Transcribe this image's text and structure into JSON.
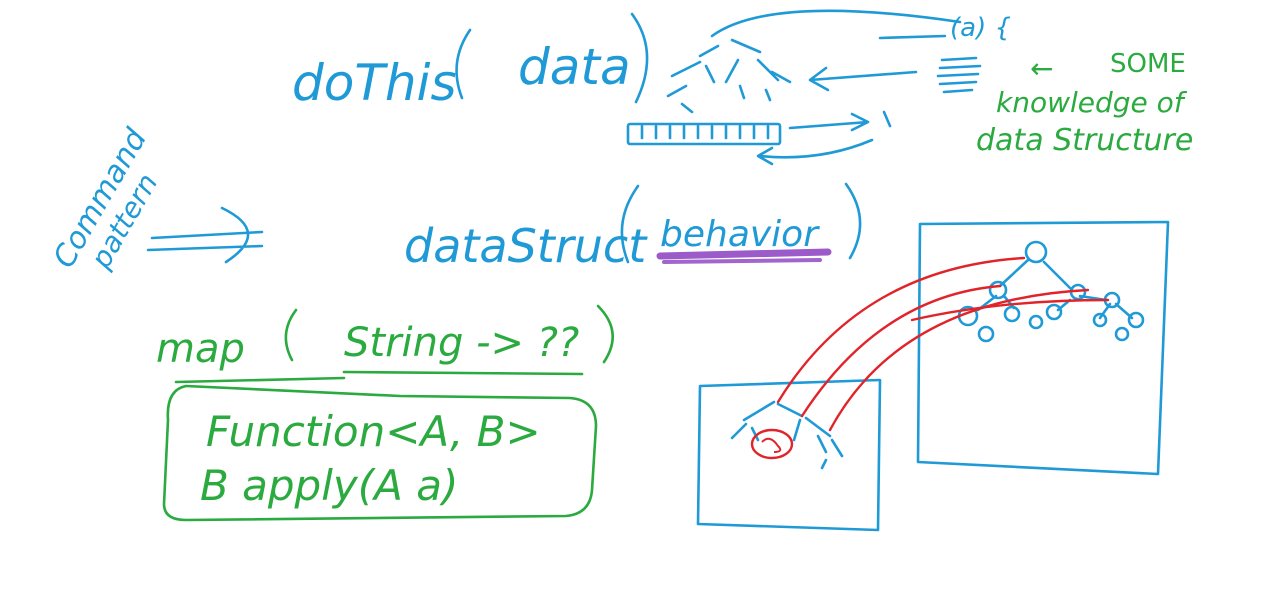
{
  "colors": {
    "blue_ink": "#1f9ad6",
    "green_ink": "#2aaa3f",
    "red_ink": "#e0242a",
    "purple_highlight": "#8a3fc0"
  },
  "notes": {
    "do_this": "doThis",
    "open_paren": "(",
    "data_word": "data",
    "close_paren": ")",
    "some_knowledge_line1": "SOME",
    "some_knowledge_line2": "knowledge of",
    "some_knowledge_line3": "data Structure",
    "arrow_left": "←",
    "command_pattern_line1": "Command",
    "command_pattern_line2": "pattern",
    "data_struct": "dataStruct",
    "behavior": "behavior",
    "map_word": "map",
    "map_args": "String -> ??",
    "function_line": "Function<A, B>",
    "apply_line": "B apply(A a)",
    "lambda_braces": "(a) {"
  }
}
